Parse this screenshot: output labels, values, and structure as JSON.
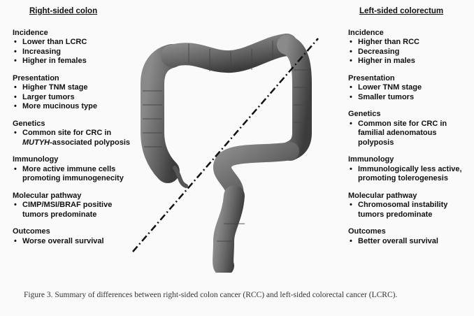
{
  "left": {
    "title": "Right-sided colon",
    "sections": [
      {
        "title": "Incidence",
        "items": [
          "Lower than LCRC",
          "Increasing",
          "Higher in females"
        ]
      },
      {
        "title": "Presentation",
        "items": [
          "Higher TNM stage",
          "Larger tumors",
          "More mucinous type"
        ]
      },
      {
        "title": "Genetics",
        "items_pre": "Common site for CRC in ",
        "items_em": "MUTYH",
        "items_post": "-associated polyposis"
      },
      {
        "title": "Immunology",
        "items": [
          "More active immune cells promoting immunogenecity"
        ]
      },
      {
        "title": "Molecular pathway",
        "items": [
          "CIMP/MSI/BRAF positive tumors predominate"
        ]
      },
      {
        "title": "Outcomes",
        "items": [
          "Worse overall survival"
        ]
      }
    ]
  },
  "right": {
    "title": "Left-sided colorectum",
    "sections": [
      {
        "title": "Incidence",
        "items": [
          "Higher than RCC",
          "Decreasing",
          "Higher in males"
        ]
      },
      {
        "title": "Presentation",
        "items": [
          "Lower TNM stage",
          "Smaller tumors"
        ]
      },
      {
        "title": "Genetics",
        "items": [
          "Common site for CRC in familial adenomatous polyposis"
        ]
      },
      {
        "title": "Immunology",
        "items": [
          "Immunologically less active, promoting tolerogenesis"
        ]
      },
      {
        "title": "Molecular pathway",
        "items": [
          "Chromosomal instability tumors predominate"
        ]
      },
      {
        "title": "Outcomes",
        "items": [
          "Better overall survival"
        ]
      }
    ]
  },
  "caption": "Figure 3. Summary of differences between right-sided colon cancer (RCC) and left-sided colorectal cancer (LCRC).",
  "colors": {
    "colon_fill": "#6b6b6b",
    "colon_dark": "#3f3f3f",
    "divider": "#111111"
  }
}
